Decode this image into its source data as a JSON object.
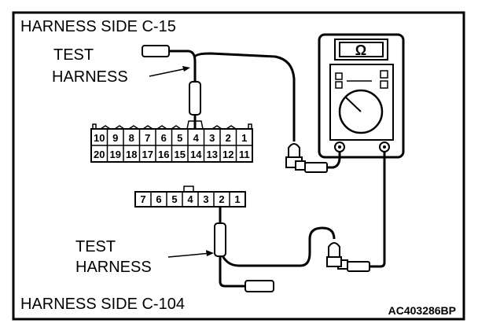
{
  "diagram": {
    "title_top": "HARNESS SIDE C-15",
    "title_bottom": "HARNESS SIDE C-104",
    "test_harness_upper": {
      "line1": "TEST",
      "line2": "HARNESS"
    },
    "test_harness_lower": {
      "line1": "TEST",
      "line2": "HARNESS"
    },
    "figure_code": "AC403286BP",
    "meter_symbol": "Ω",
    "connector_c15": {
      "row1": [
        "10",
        "9",
        "8",
        "7",
        "6",
        "5",
        "4",
        "3",
        "2",
        "1"
      ],
      "row2": [
        "20",
        "19",
        "18",
        "17",
        "16",
        "15",
        "14",
        "13",
        "12",
        "11"
      ],
      "probed_pin": "4"
    },
    "connector_c104": {
      "row": [
        "7",
        "6",
        "5",
        "4",
        "3",
        "2",
        "1"
      ],
      "probed_pin": "2"
    }
  }
}
